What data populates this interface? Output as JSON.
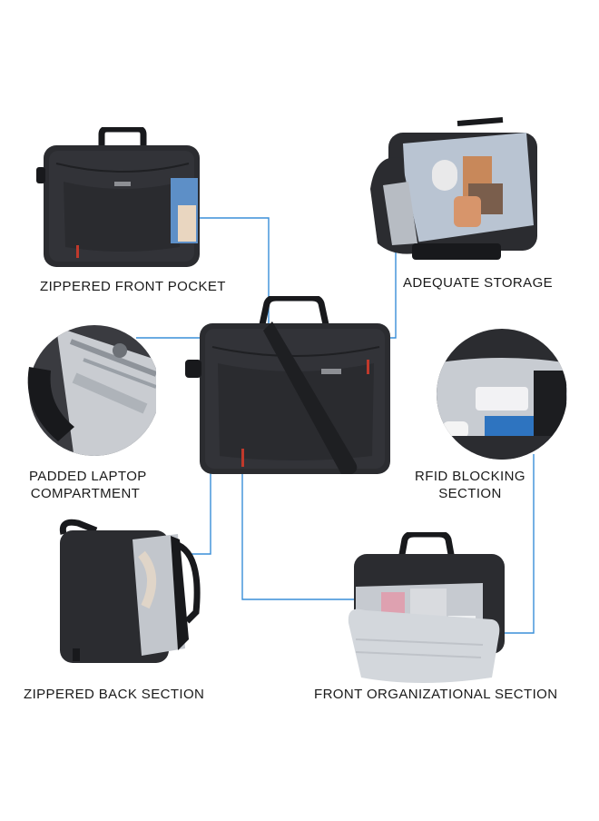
{
  "labels": {
    "zippered_front_pocket": "ZIPPERED FRONT POCKET",
    "adequate_storage": "ADEQUATE STORAGE",
    "padded_laptop_line1": "PADDED LAPTOP",
    "padded_laptop_line2": "COMPARTMENT",
    "rfid_line1": "RFID BLOCKING",
    "rfid_line2": "SECTION",
    "zippered_back_section": "ZIPPERED BACK SECTION",
    "front_organizational_section": "FRONT ORGANIZATIONAL SECTION"
  },
  "colors": {
    "connector": "#3a8fd8",
    "bag_body": "#2b2c30",
    "bag_dark": "#18191c",
    "lining": "#c9ccd1",
    "accent": "#c0392b"
  }
}
